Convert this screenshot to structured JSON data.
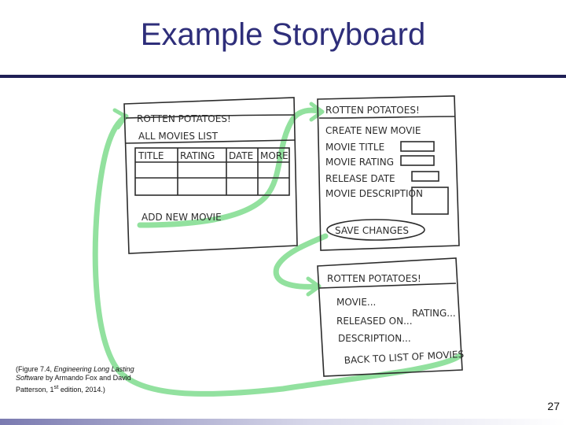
{
  "slide": {
    "title": "Example Storyboard",
    "page_number": "27"
  },
  "caption": {
    "prefix": "(Figure 7.4, ",
    "book": "Engineering Long Lasting Software",
    "suffix_1": " by Armando Fox and David Patterson, 1",
    "sup": "st",
    "suffix_2": " edition, 2014.)"
  },
  "screen_list": {
    "header": "ROTTEN POTATOES!",
    "subtitle": "ALL MOVIES LIST",
    "col_title": "TITLE",
    "col_rating": "RATING",
    "col_date": "DATE",
    "col_more": "MORE",
    "link": "ADD NEW MOVIE"
  },
  "screen_create": {
    "header": "ROTTEN POTATOES!",
    "subtitle": "CREATE NEW MOVIE",
    "field_title": "MOVIE TITLE",
    "field_rating": "MOVIE RATING",
    "field_date": "RELEASE DATE",
    "field_description": "MOVIE DESCRIPTION",
    "button": "SAVE CHANGES"
  },
  "screen_detail": {
    "header": "ROTTEN POTATOES!",
    "line_movie": "MOVIE...",
    "line_release": "RELEASED ON...",
    "line_rating": "RATING...",
    "line_description": "DESCRIPTION...",
    "link": "BACK TO LIST OF MOVIES"
  },
  "colors": {
    "title": "#2e2e7a",
    "rule": "#1f1f55",
    "arrow": "#7fdc8e",
    "pen": "#2c2c2c"
  }
}
